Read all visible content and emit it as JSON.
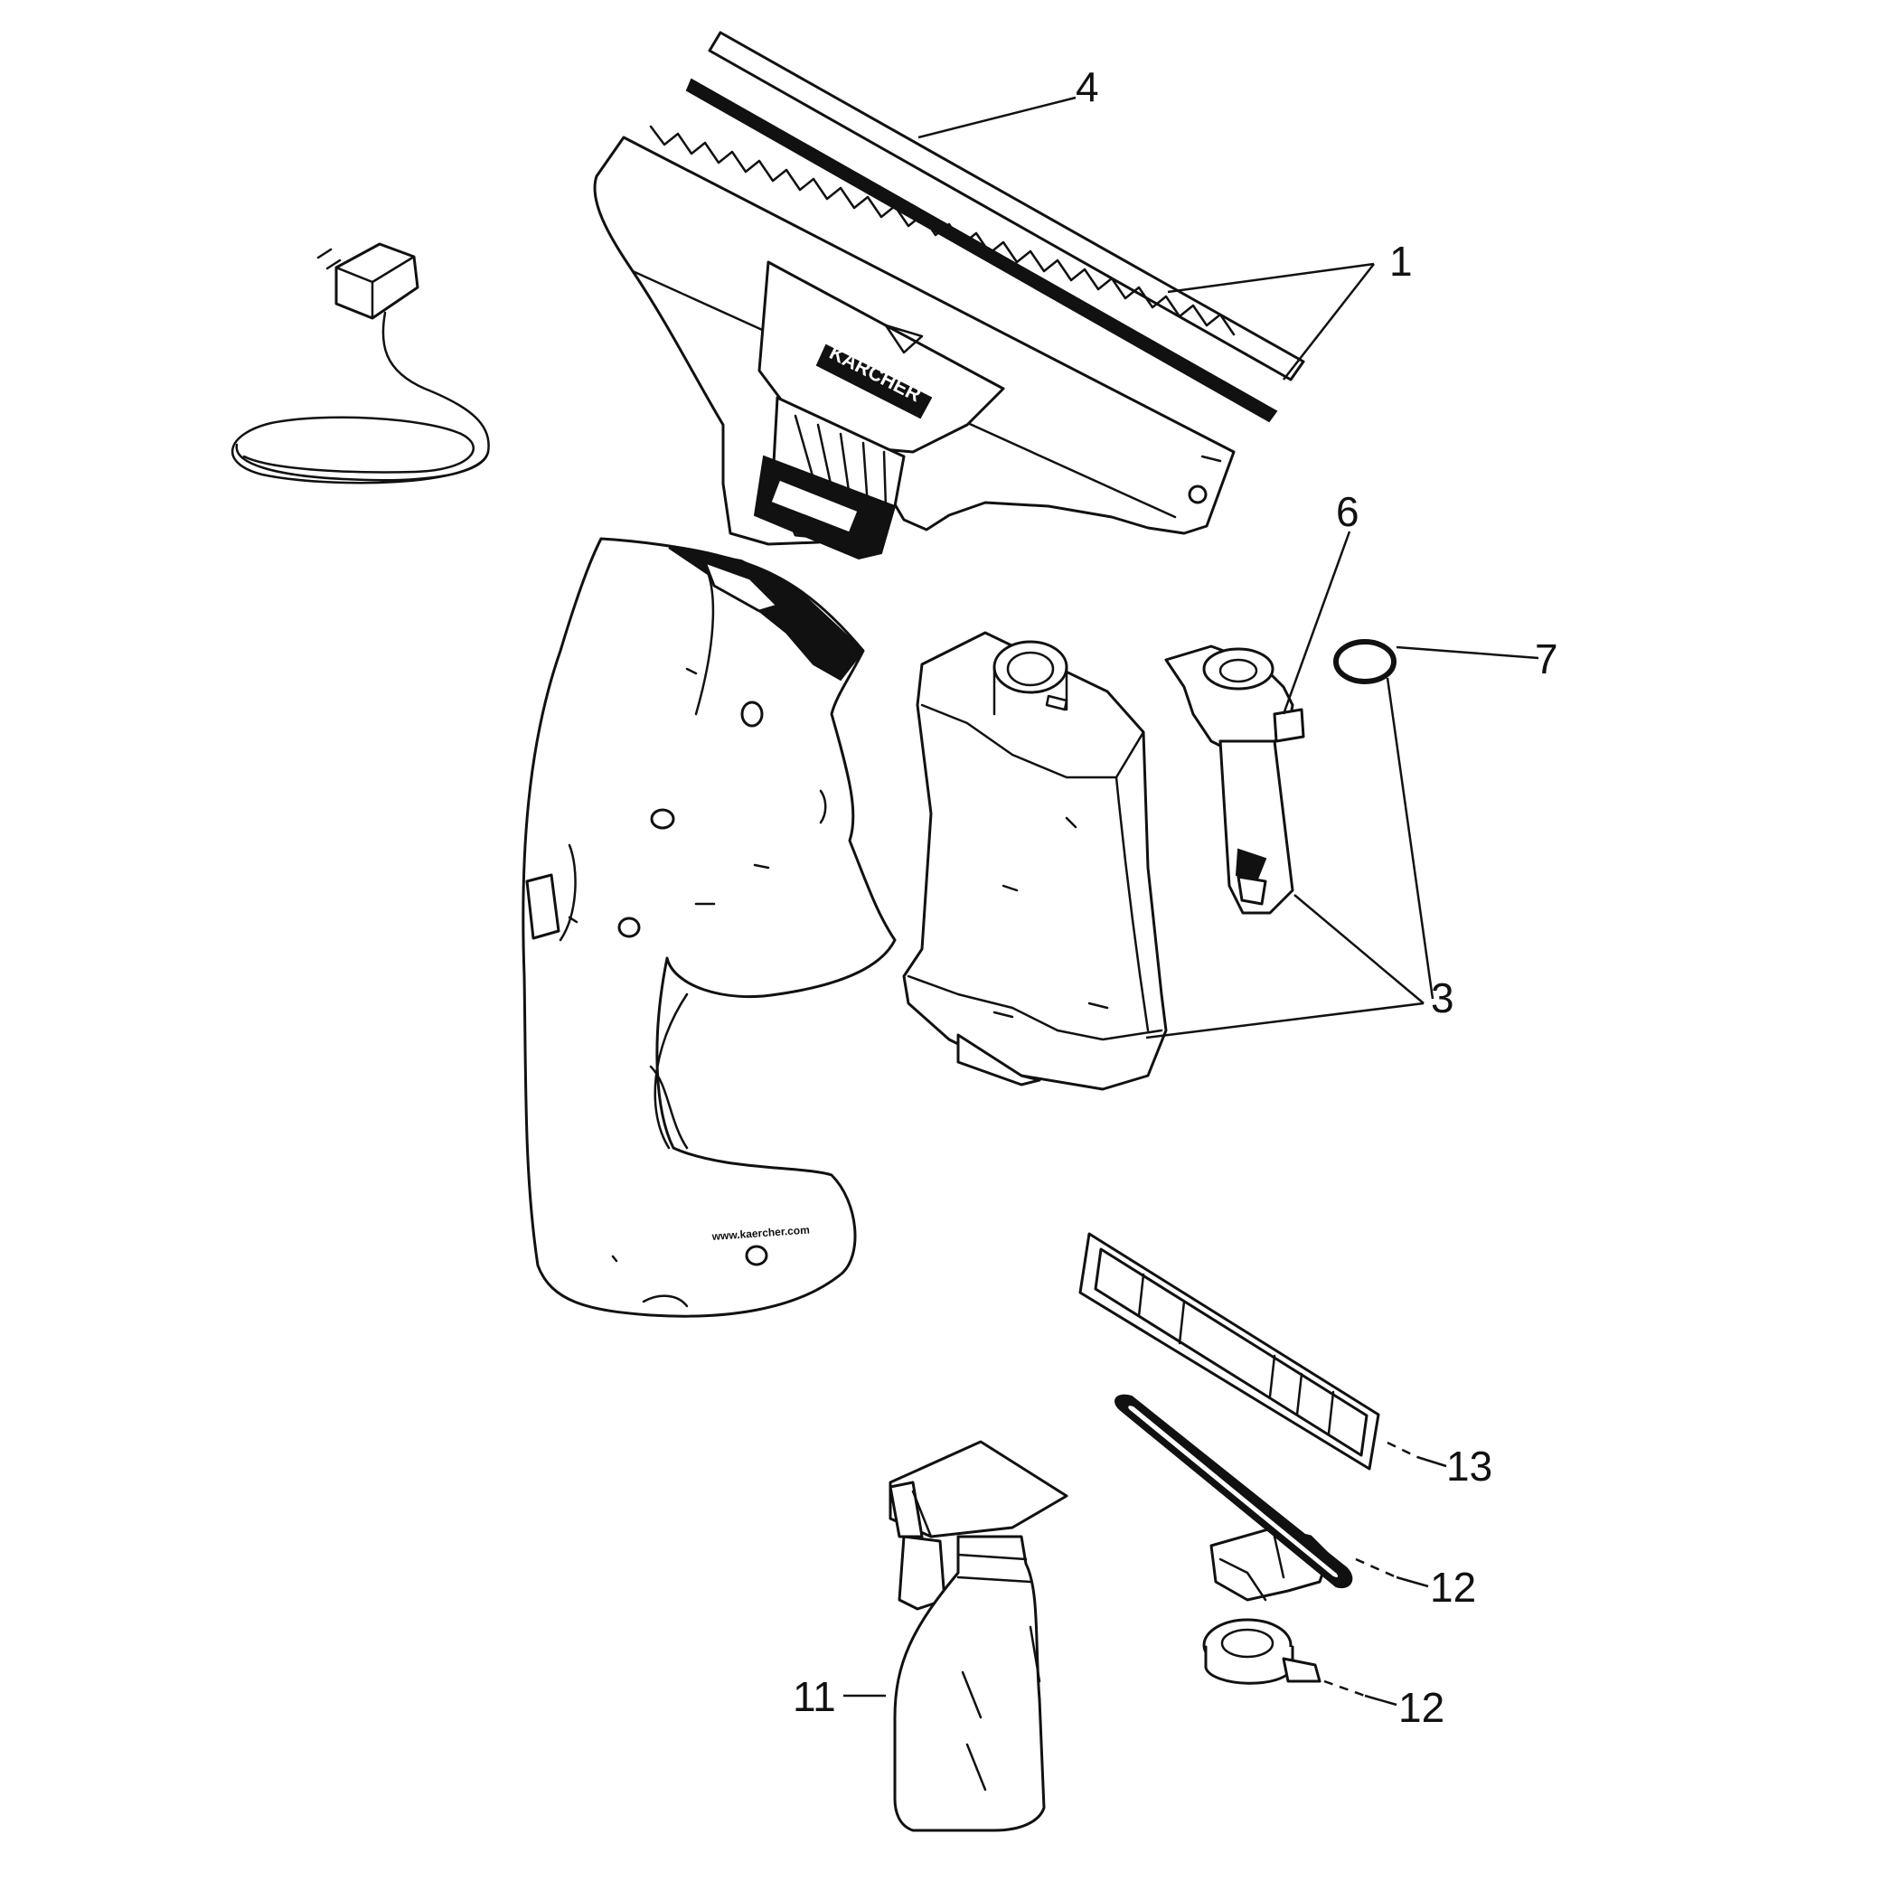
{
  "callouts": {
    "c1": "1",
    "c3": "3",
    "c4": "4",
    "c6": "6",
    "c7": "7",
    "c11": "11",
    "c12a": "12",
    "c12b": "12",
    "c13": "13"
  },
  "parts": [
    "charger",
    "squeegee-nozzle",
    "wiper-blade",
    "housing",
    "water-tank",
    "suction-tube",
    "seal-ring",
    "spray-bottle",
    "wiper-cloth",
    "holder",
    "label-strip"
  ],
  "brand_text": "KÄRCHER",
  "line_color": "#111111",
  "background_color": "#ffffff"
}
